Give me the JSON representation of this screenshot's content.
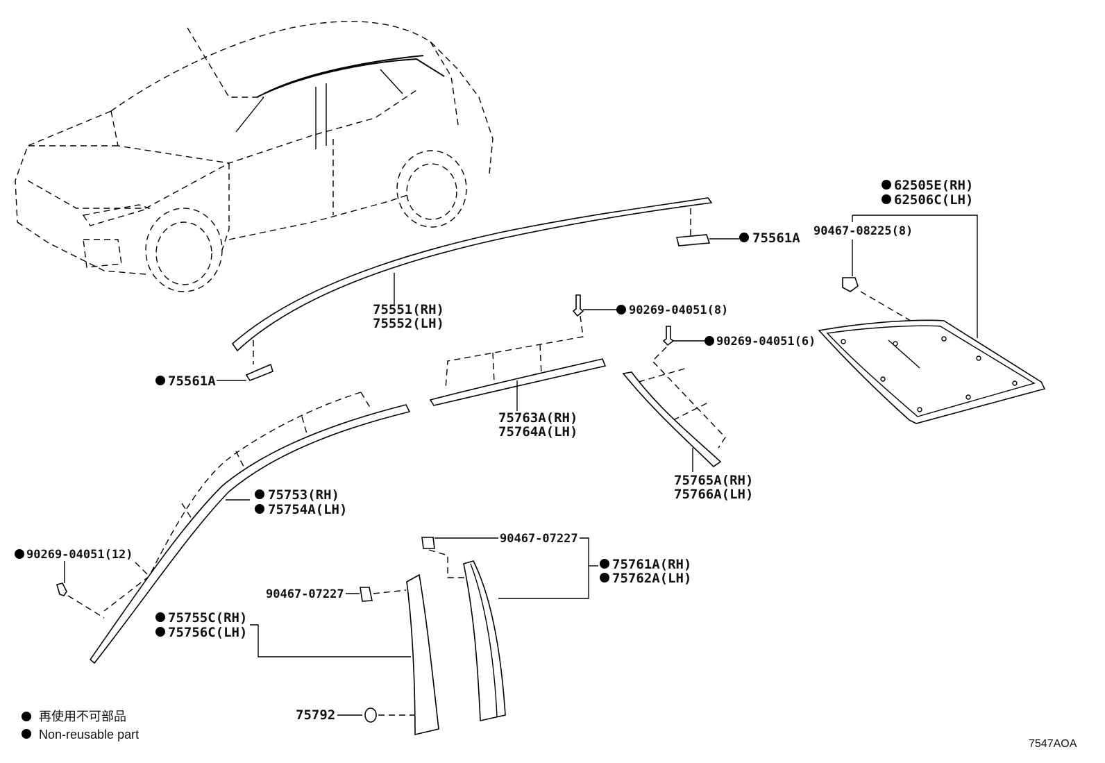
{
  "diagram": {
    "code": "7547AOA",
    "legend": {
      "jp": "再使用不可部品",
      "en": "Non-reusable part"
    },
    "labels": {
      "p62505e": "62505E(RH)",
      "p62506c": "62506C(LH)",
      "p90467_08225": "90467-08225(8)",
      "p75561a_top": "75561A",
      "p75551": "75551(RH)",
      "p75552": "75552(LH)",
      "p90269_8": "90269-04051(8)",
      "p90269_6": "90269-04051(6)",
      "p75561a_left": "75561A",
      "p75763a": "75763A(RH)",
      "p75764a": "75764A(LH)",
      "p75765a": "75765A(RH)",
      "p75766a": "75766A(LH)",
      "p75753": "75753(RH)",
      "p75754a": "75754A(LH)",
      "p90269_12": "90269-04051(12)",
      "p90467_07227_a": "90467-07227",
      "p75761a": "75761A(RH)",
      "p75762a": "75762A(LH)",
      "p90467_07227_b": "90467-07227",
      "p75755c": "75755C(RH)",
      "p75756c": "75756C(LH)",
      "p75792": "75792"
    }
  }
}
